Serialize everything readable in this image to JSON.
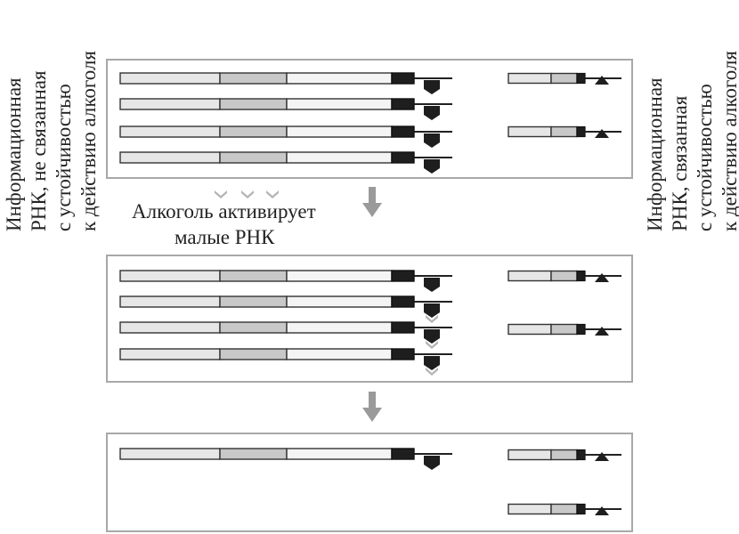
{
  "left_label": {
    "lines": [
      "Информационная",
      "РНК,  не связанная",
      "с устойчивостью",
      "к действию алкоголя"
    ]
  },
  "right_label": {
    "lines": [
      "Информационная",
      "РНК, связанная",
      "с устойчивостью",
      "к действию алкоголя"
    ]
  },
  "caption": {
    "line1": "Алкоголь активирует",
    "line2": "малые РНК"
  },
  "colors": {
    "panel_border": "#a8a8a8",
    "light_segment": "#e6e6e6",
    "mid_segment": "#c8c8c8",
    "dark_segment": "#1e1e1e",
    "small_rna": "#b4b4b4",
    "arrow": "#9a9a9a"
  },
  "panels": [
    {
      "long_strands": 4,
      "short_strands": 2,
      "small_rna_bound": [
        false,
        true,
        true,
        true
      ]
    },
    {
      "long_strands": 4,
      "short_strands": 2,
      "small_rna_bound": [
        false,
        true,
        true,
        true
      ]
    },
    {
      "long_strands": 1,
      "short_strands": 2,
      "small_rna_bound": [
        false
      ]
    }
  ]
}
